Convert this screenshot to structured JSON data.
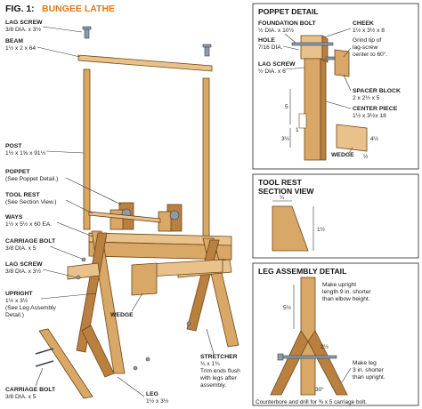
{
  "figure": {
    "title_prefix": "FIG. 1:",
    "title_main": "BUNGEE LATHE"
  },
  "main_labels": {
    "lag_screw_top": {
      "name": "LAG SCREW",
      "spec": "3/8 DIA. x 3½"
    },
    "beam": {
      "name": "BEAM",
      "spec": "1½ x 2 x 64"
    },
    "post": {
      "name": "POST",
      "spec": "1½ x 1⅝ x 91½"
    },
    "poppet": {
      "name": "POPPET",
      "spec": "(See Poppet Detail.)"
    },
    "tool_rest": {
      "name": "TOOL REST",
      "spec": "(See Section View.)"
    },
    "ways": {
      "name": "WAYS",
      "spec": "1½ x 5½ x 60 EA."
    },
    "carriage_bolt": {
      "name": "CARRIAGE BOLT",
      "spec": "3/8 DIA. x 5"
    },
    "lag_screw_mid": {
      "name": "LAG SCREW",
      "spec": "3/8 DIA. x 3½"
    },
    "upright": {
      "name": "UPRIGHT",
      "spec1": "1½ x 3½",
      "spec2": "(See Leg Assembly",
      "spec3": "Detail.)"
    },
    "wedge": {
      "name": "WEDGE"
    },
    "stretcher": {
      "name": "STRETCHER",
      "spec1": "¾ x 1¾",
      "spec2": "Trim ends flush",
      "spec3": "with legs after",
      "spec4": "assembly."
    },
    "leg": {
      "name": "LEG",
      "spec": "1½ x 3½"
    },
    "carriage_bolt_low": {
      "name": "CARRIAGE BOLT",
      "spec": "3/8 DIA. x 5"
    }
  },
  "poppet_detail": {
    "title": "POPPET DETAIL",
    "foundation_bolt": {
      "name": "FOUNDATION BOLT",
      "spec": "½ DIA. x 10½"
    },
    "hole": {
      "name": "HOLE",
      "spec": "7/16 DIA."
    },
    "lag_screw": {
      "name": "LAG SCREW",
      "spec": "½ DIA. x 6"
    },
    "cheek": {
      "name": "CHEEK",
      "spec": "1½ x 3½ x 8"
    },
    "grind_tip": {
      "line1": "Grind tip of",
      "line2": "lag-screw",
      "line3": "center to 60°."
    },
    "spacer_block": {
      "name": "SPACER BLOCK",
      "spec": "2 x 2½ x 5"
    },
    "center_piece": {
      "name": "CENTER PIECE",
      "spec": "1½ x 3½x 18"
    },
    "wedge": {
      "name": "WEDGE"
    },
    "dims": {
      "five": "5",
      "three_half": "3½",
      "one": "1",
      "four_half": "4½",
      "one_half": "½"
    }
  },
  "tool_rest_section": {
    "title1": "TOOL REST",
    "title2": "SECTION VIEW",
    "dims": {
      "quarter": "¼",
      "one_half": "1½"
    }
  },
  "leg_assembly": {
    "title": "LEG ASSEMBLY DETAIL",
    "note_upright": {
      "line1": "Make upright",
      "line2": "length 9 in. shorter",
      "line3": "than elbow height."
    },
    "note_leg": {
      "line1": "Make leg",
      "line2": "3 in. shorter",
      "line3": "than upright."
    },
    "counterbore": "Counterbore and drill for ⅜ x 5 carriage bolt.",
    "dims": {
      "five_half": "5½",
      "two_half": "2½",
      "angle": "30°"
    }
  }
}
